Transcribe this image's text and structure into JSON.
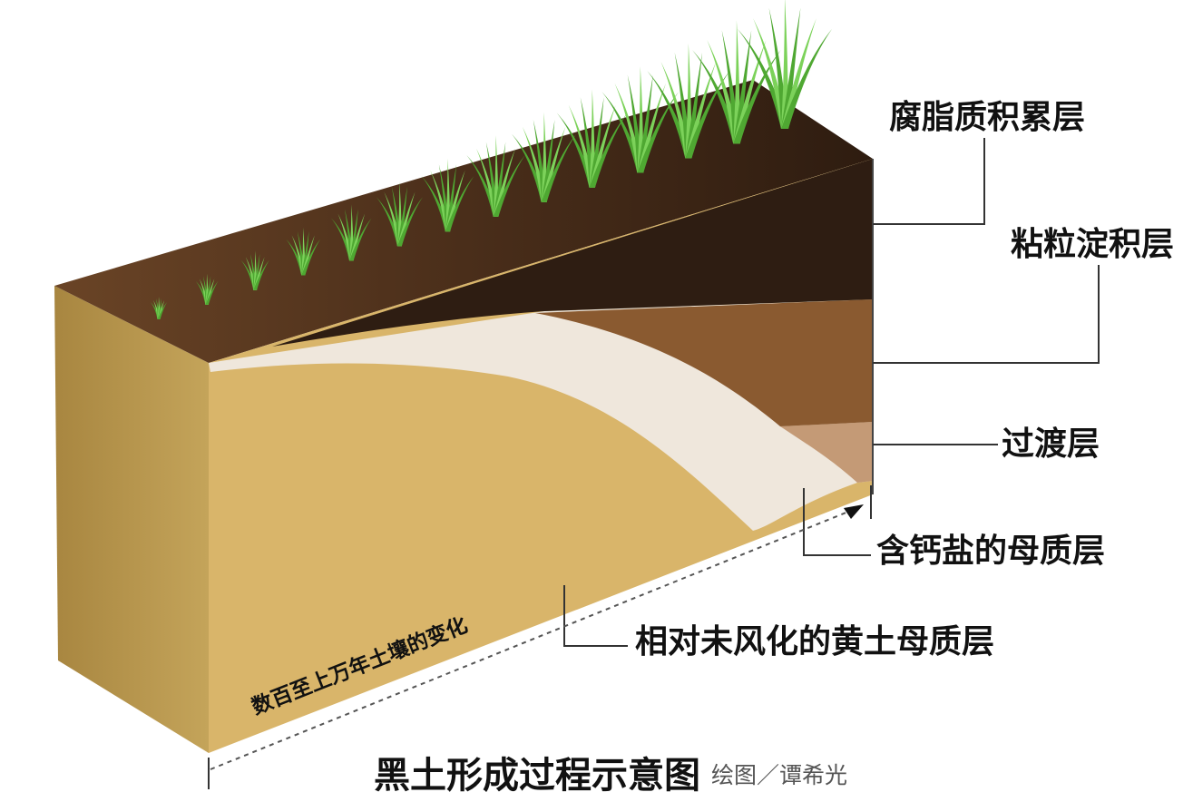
{
  "title": "黑土形成过程示意图",
  "credit": "绘图／谭希光",
  "time_axis_label": "数百至上万年土壤的变化",
  "layers": [
    {
      "label": "腐脂质积累层",
      "color": "#2e1d12"
    },
    {
      "label": "粘粒淀积层",
      "color": "#8a5a30"
    },
    {
      "label": "过渡层",
      "color": "#c49a76"
    },
    {
      "label": "含钙盐的母质层",
      "color": "#efe7dc"
    },
    {
      "label": "相对未风化的黄土母质层",
      "color": "#d9b56a"
    }
  ],
  "colors": {
    "grass": "#5cb83a",
    "topsoil": "#4a2e1a",
    "side": "#b5924f"
  }
}
